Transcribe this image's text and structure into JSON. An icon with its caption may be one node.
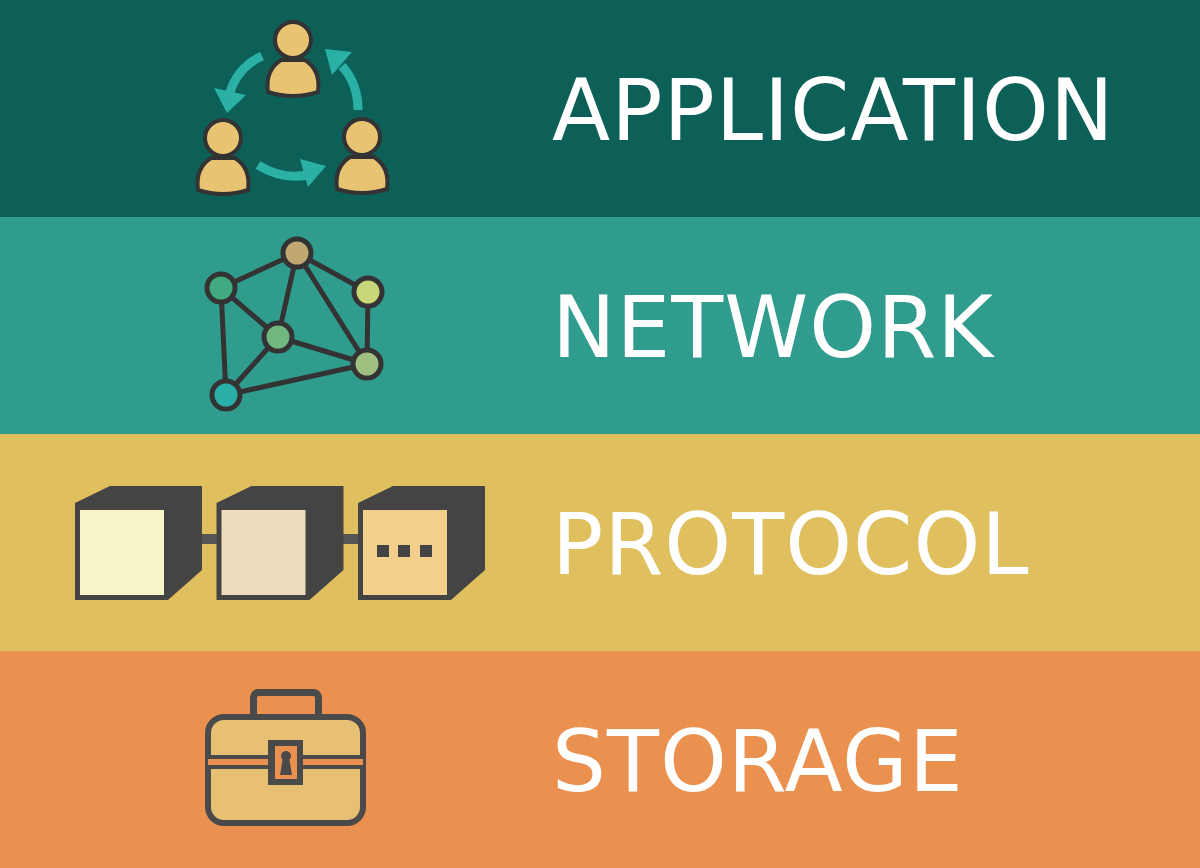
{
  "diagram": {
    "nodes": [
      {
        "text": [
          "APPLICATION"
        ]
      },
      {
        "text": [
          "NETWORK"
        ]
      },
      {
        "text": [
          "PROTOCOL"
        ]
      },
      {
        "text": [
          "STORAGE"
        ]
      }
    ]
  }
}
